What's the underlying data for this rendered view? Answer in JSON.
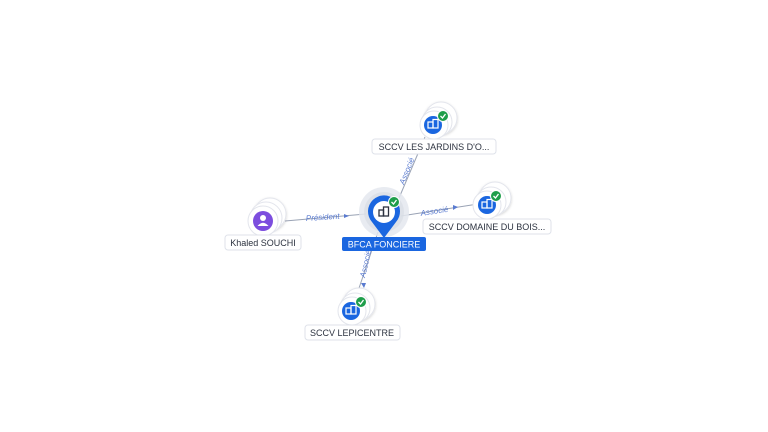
{
  "graph": {
    "center": {
      "label": "BFCA FONCIERE",
      "icon": "building-icon",
      "verified": true
    },
    "nodes": [
      {
        "id": "person",
        "label": "Khaled SOUCHI",
        "kind": "person",
        "icon": "person-icon",
        "verified": false
      },
      {
        "id": "c1",
        "label": "SCCV LES JARDINS D'O...",
        "kind": "company",
        "icon": "building-icon",
        "verified": true
      },
      {
        "id": "c2",
        "label": "SCCV DOMAINE DU BOIS...",
        "kind": "company",
        "icon": "building-icon",
        "verified": true
      },
      {
        "id": "c3",
        "label": "SCCV LEPICENTRE",
        "kind": "company",
        "icon": "building-icon",
        "verified": true
      }
    ],
    "edges": [
      {
        "from": "person",
        "to": "center",
        "label": "Président"
      },
      {
        "from": "center",
        "to": "c1",
        "label": "Associé"
      },
      {
        "from": "center",
        "to": "c2",
        "label": "Associé"
      },
      {
        "from": "center",
        "to": "c3",
        "label": "Associé"
      }
    ],
    "colors": {
      "primary": "#1a66e0",
      "person": "#7c4dde",
      "verified": "#1e9e4a",
      "edge": "#9aa3b5",
      "edge_label": "#5a7bd0"
    }
  }
}
